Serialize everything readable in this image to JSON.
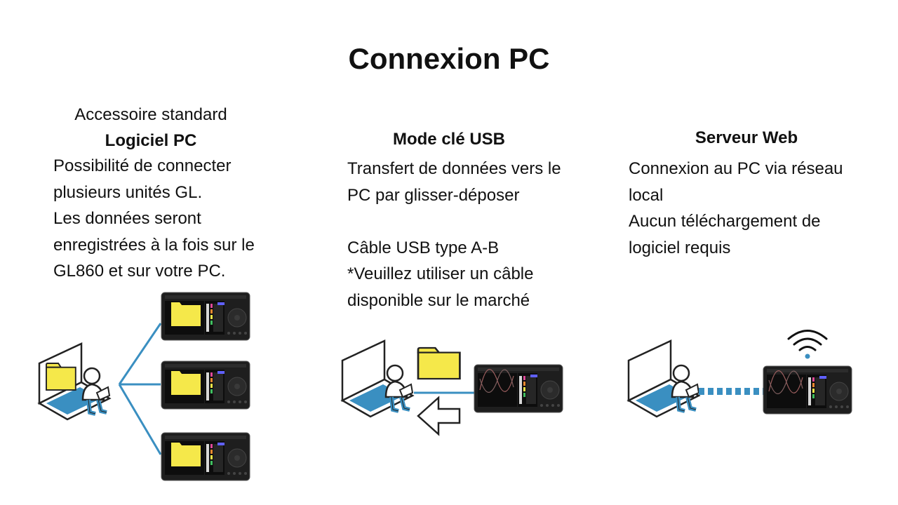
{
  "title": "Connexion PC",
  "sections": [
    {
      "subheading": "Accessoire standard",
      "heading": "Logiciel PC",
      "lines": [
        "Possibilité de connecter",
        "plusieurs unités GL.",
        "Les données seront",
        "enregistrées à la fois sur le",
        "GL860 et sur votre PC."
      ]
    },
    {
      "heading": "Mode clé USB",
      "lines": [
        "Transfert de données vers le",
        "PC par glisser-déposer",
        "",
        "Câble USB type A-B",
        "*Veuillez utiliser un câble",
        "disponible sur le marché"
      ]
    },
    {
      "heading": "Serveur Web",
      "lines": [
        "Connexion au PC via réseau",
        "local",
        "Aucun téléchargement de",
        "logiciel requis"
      ]
    }
  ],
  "colors": {
    "connector": "#3a8fc1",
    "folder": "#f5e84a",
    "laptop_screen": "#3a8fc1",
    "device_body": "#1e1e1e"
  }
}
